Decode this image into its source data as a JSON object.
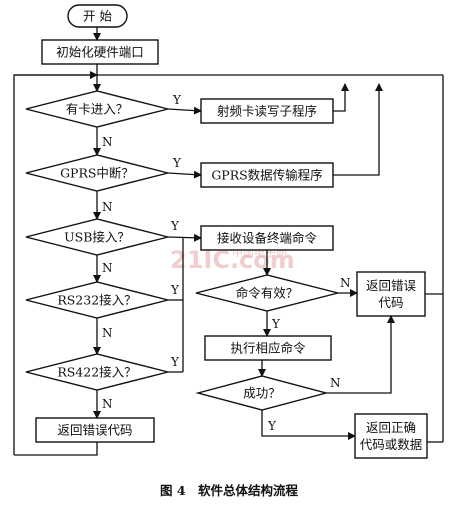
{
  "flowchart": {
    "start": "开 始",
    "init_ports": "初始化硬件端口",
    "has_card": "有卡进入？",
    "rf_program": "射频卡读写子程序",
    "gprs_interrupt": "GPRS中断？",
    "gprs_program": "GPRS数据传输程序",
    "usb_connect": "USB接入？",
    "receive_cmd": "接收设备终端命令",
    "rs232_connect": "RS232接入？",
    "cmd_valid": "命令有效？",
    "return_error_right_l1": "返回错误",
    "return_error_right_l2": "代码",
    "execute_cmd": "执行相应命令",
    "rs422_connect": "RS422接入？",
    "success": "成功？",
    "return_ok_l1": "返回正确",
    "return_ok_l2": "代码或数据",
    "return_error_bottom": "返回错误代码",
    "yes": "Y",
    "no": "N"
  },
  "caption": "图 4　软件总体结构流程",
  "watermark": {
    "main": "21IC.com",
    "sub": "中国电子网"
  }
}
